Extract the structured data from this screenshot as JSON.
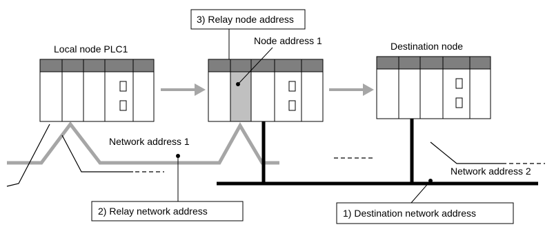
{
  "labels": {
    "local_node": "Local node PLC1",
    "relay_node_address": "3) Relay node address",
    "node_address_1": "Node address 1",
    "destination_node": "Destination node",
    "network_address_1": "Network address 1",
    "network_address_2": "Network address 2",
    "relay_network_address": "2) Relay network address",
    "destination_network_address": "1) Destination network address"
  },
  "colors": {
    "plc_header": "#7f7f7f",
    "plc_highlight": "#c0c0c0",
    "network1_line": "#a6a6a6",
    "network2_line": "#000000",
    "arrow": "#a6a6a6"
  }
}
